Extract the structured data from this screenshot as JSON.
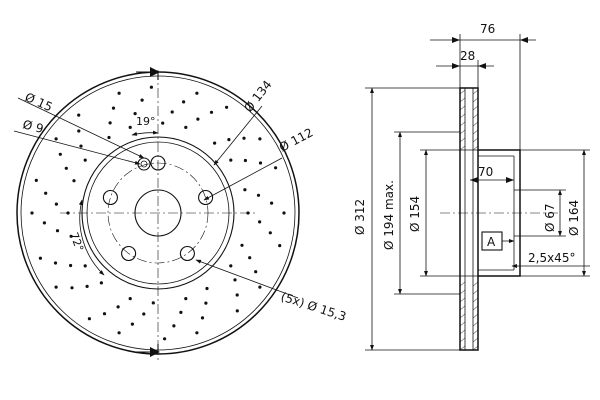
{
  "front_view": {
    "labels": {
      "d15": "Ø 15",
      "d9": "Ø 9",
      "angle19": "19°",
      "d134": "Ø 134",
      "d112": "Ø 112",
      "angle72": "72°",
      "holes": "(5x) Ø 15,3"
    }
  },
  "side_view": {
    "labels": {
      "w76": "76",
      "w28": "28",
      "d70": "70",
      "d312": "Ø 312",
      "d194": "Ø 194 max.",
      "d154": "Ø 154",
      "d67": "Ø 67",
      "d164": "Ø 164",
      "datum": "A",
      "chamfer": "2,5x45°"
    }
  }
}
